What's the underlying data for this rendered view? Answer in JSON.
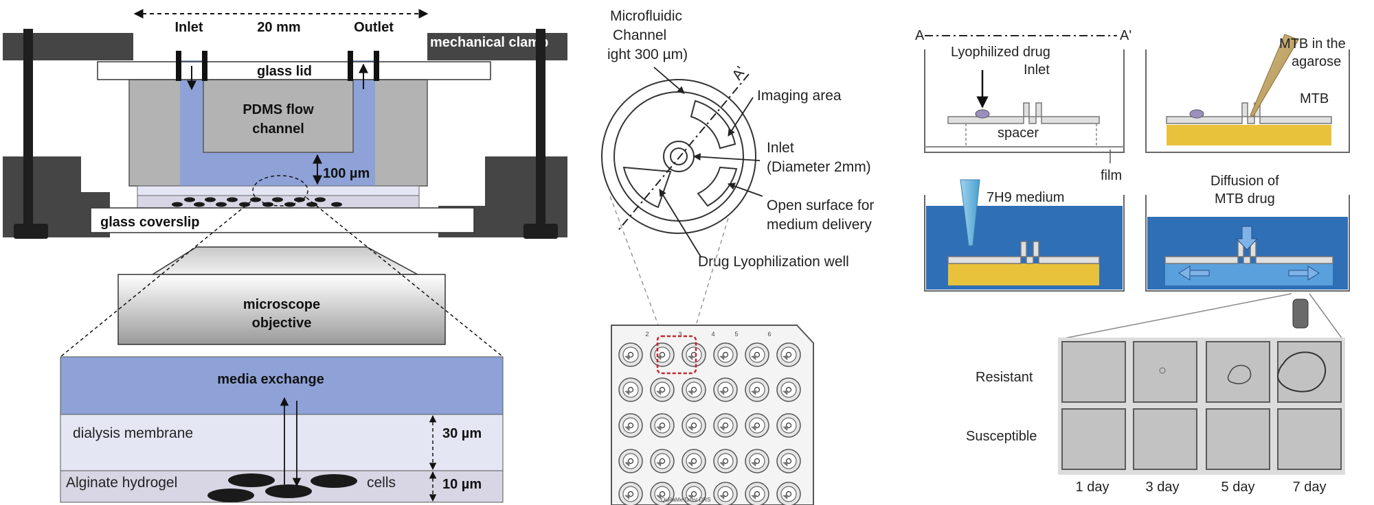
{
  "left_panel": {
    "dimension_label": "20 mm",
    "inlet_label": "Inlet",
    "outlet_label": "Outlet",
    "clamp_label": "mechanical clamp",
    "glass_lid_label": "glass lid",
    "pdms_line1": "PDMS flow",
    "pdms_line2": "channel",
    "gap_label": "100 µm",
    "coverslip_label": "glass coverslip",
    "objective_line1": "microscope",
    "objective_line2": "objective",
    "media_label": "media exchange",
    "membrane_label": "dialysis membrane",
    "membrane_thickness": "30 µm",
    "hydrogel_label": "Alginate hydrogel",
    "cells_label": "cells",
    "hydrogel_thickness": "10 µm",
    "colors": {
      "media": "#8ea2d8",
      "pdms": "#b3b3b3",
      "clamp": "#454545",
      "membrane": "#e4e6f4",
      "hydrogel": "#d8d6e4"
    }
  },
  "middle_panel": {
    "channel_line1": "Microfluidic",
    "channel_line2": "Channel",
    "channel_line3": "ight 300 µm)",
    "section_marker": "A'",
    "imaging_area": "Imaging area",
    "inlet_line1": "Inlet",
    "inlet_line2": "(Diameter 2mm)",
    "open_line1": "Open surface for",
    "open_line2": "medium delivery",
    "drug_well": "Drug Lyophilization  well",
    "col_numbers": [
      "2",
      "3",
      "4",
      "5",
      "6"
    ],
    "plate_text": "QuRaMe Drust DRS"
  },
  "right_panel": {
    "section_a": "A",
    "section_a_prime": "A'",
    "lyophilized_drug": "Lyophilized drug",
    "inlet": "Inlet",
    "spacer": "spacer",
    "film": "film",
    "mtb_agarose_line1": "MTB in the",
    "mtb_agarose_line2": "agarose",
    "mtb": "MTB",
    "medium": "7H9 medium",
    "diffusion_line1": "Diffusion of",
    "diffusion_line2": "MTB drug",
    "row_labels": [
      "Resistant",
      "Susceptible"
    ],
    "day_labels": [
      "1 day",
      "3 day",
      "5 day",
      "7 day"
    ],
    "colors": {
      "medium": "#2f6fb5",
      "mtb_layer": "#e8c23a"
    }
  }
}
